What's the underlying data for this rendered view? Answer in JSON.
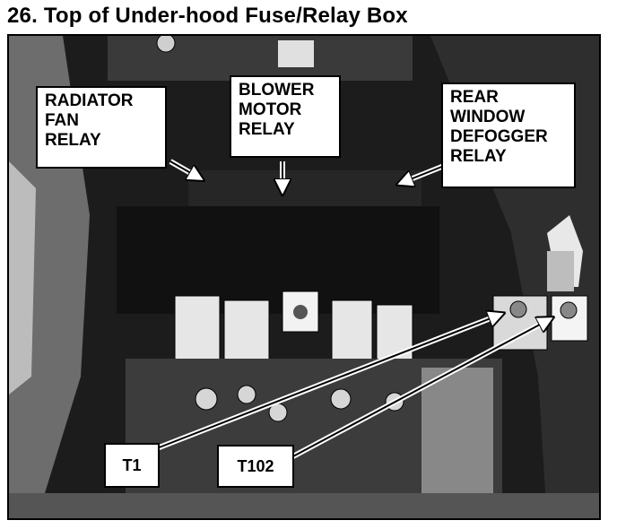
{
  "title": "26. Top of Under-hood Fuse/Relay Box",
  "labels": {
    "radiator_fan_relay": [
      "RADIATOR",
      "FAN",
      "RELAY"
    ],
    "blower_motor_relay": [
      "BLOWER",
      "MOTOR",
      "RELAY"
    ],
    "rear_window_defogger_relay": [
      "REAR",
      "WINDOW",
      "DEFOGGER",
      "RELAY"
    ],
    "t1": "T1",
    "t102": "T102"
  }
}
